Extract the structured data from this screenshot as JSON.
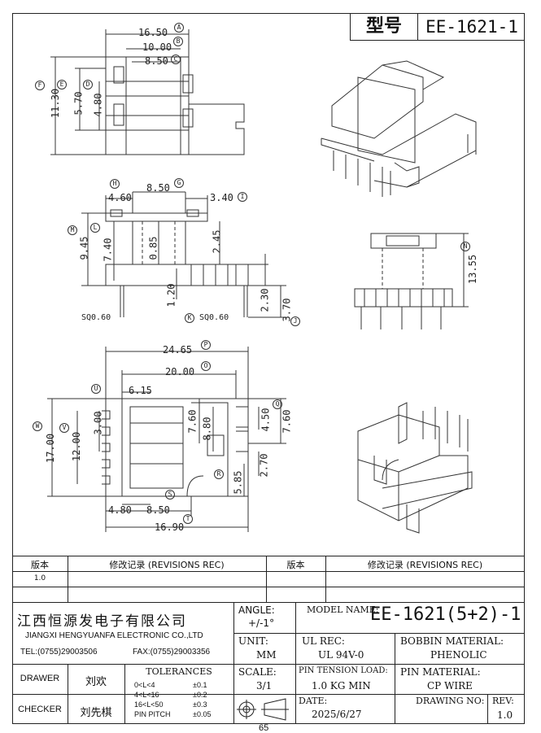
{
  "title_block": {
    "model_label": "型号",
    "model_value": "EE-1621-1"
  },
  "dims_top": {
    "d1": "16.50",
    "d2": "10.00",
    "d3": "8.50",
    "d4": "11.30",
    "d5": "5.70",
    "d6": "4.80",
    "A": "A",
    "B": "B",
    "C": "C",
    "D": "D",
    "E": "E",
    "F": "F"
  },
  "dims_mid": {
    "d1": "8.50",
    "d2": "4.60",
    "d3": "3.40",
    "d4": "9.45",
    "d5": "7.40",
    "d6": "0.85",
    "d7": "2.45",
    "d8": "1.20",
    "d9": "2.30",
    "d10": "3.70",
    "sq1": "SQ0.60",
    "sq2": "SQ0.60",
    "d11": "13.55",
    "G": "G",
    "H": "H",
    "I": "I",
    "J": "J",
    "K": "K",
    "L": "L",
    "M": "M",
    "N": "N"
  },
  "dims_bottom": {
    "d1": "24.65",
    "d2": "20.00",
    "d3": "6.15",
    "d4": "17.00",
    "d5": "12.00",
    "d6": "3.00",
    "d7": "7.60",
    "d8": "8.80",
    "d9": "4.50",
    "d10": "7.60",
    "d11": "2.70",
    "d12": "5.85",
    "d13": "4.80",
    "d14": "8.50",
    "d15": "16.90",
    "O": "O",
    "P": "P",
    "Q": "Q",
    "R": "R",
    "S": "S",
    "T": "T",
    "U": "U",
    "V": "V",
    "W": "W"
  },
  "revisions": {
    "col1": "版本",
    "col2": "修改记录 (REVISIONS REC)",
    "col3": "版本",
    "col4": "修改记录 (REVISIONS REC)",
    "row1_version": "1.0"
  },
  "company": {
    "cn": "江西恒源发电子有限公司",
    "en": "JIANGXI HENGYUANFA ELECTRONIC CO.,LTD",
    "tel": "TEL:(0755)29003506",
    "fax": "FAX:(0755)29003356"
  },
  "angle": {
    "label": "ANGLE:",
    "value": "+/-1°"
  },
  "model_name": {
    "label": "MODEL NAME:",
    "value": "EE-1621(5+2)-1"
  },
  "unit": {
    "label": "UNIT:",
    "value": "MM"
  },
  "ul_rec": {
    "label": "UL REC:",
    "value": "UL 94V-0"
  },
  "bobbin_material": {
    "label": "BOBBIN MATERIAL:",
    "value": "PHENOLIC"
  },
  "drawer": {
    "label": "DRAWER",
    "name": "刘欢"
  },
  "checker": {
    "label": "CHECKER",
    "name": "刘先棋"
  },
  "tolerances": {
    "label": "TOLERANCES",
    "rows": [
      {
        "range": "0<L<4",
        "tol": "±0.1"
      },
      {
        "range": "4<L<16",
        "tol": "±0.2"
      },
      {
        "range": "16<L<50",
        "tol": "±0.3"
      },
      {
        "range": "PIN PITCH",
        "tol": "±0.05"
      }
    ]
  },
  "scale": {
    "label": "SCALE:",
    "value": "3/1"
  },
  "pin_tension": {
    "label": "PIN TENSION LOAD:",
    "value": "1.0 KG MIN"
  },
  "pin_material": {
    "label": "PIN MATERIAL:",
    "value": "CP WIRE"
  },
  "date": {
    "label": "DATE:",
    "value": "2025/6/27"
  },
  "drawing_no": {
    "label": "DRAWING NO:",
    "value": ""
  },
  "rev": {
    "label": "REV:",
    "value": "1.0"
  },
  "page_number": "65"
}
